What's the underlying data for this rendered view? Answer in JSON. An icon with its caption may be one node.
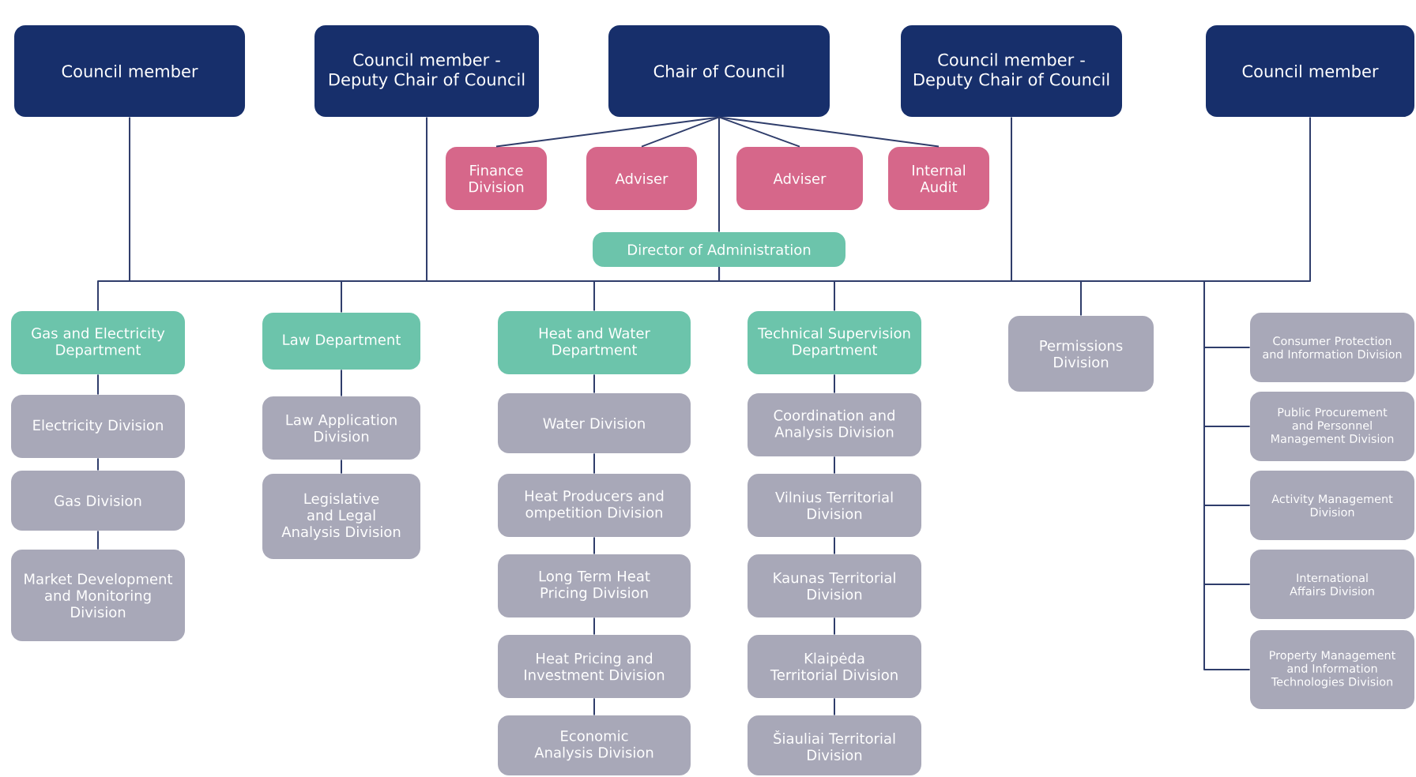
{
  "diagram": {
    "nodes": [
      {
        "text": [
          "Council member"
        ]
      },
      {
        "text": [
          "Council member - Deputy Chair of Council"
        ]
      },
      {
        "text": [
          "Chair of Council"
        ]
      },
      {
        "text": [
          "Council member - Deputy Chair of Council"
        ]
      },
      {
        "text": [
          "Council member"
        ]
      },
      {
        "text": [
          "Finance Division"
        ]
      },
      {
        "text": [
          "Adviser"
        ]
      },
      {
        "text": [
          "Adviser"
        ]
      },
      {
        "text": [
          "Internal Audit"
        ]
      },
      {
        "text": [
          "Director of Administration"
        ]
      },
      {
        "text": [
          "Gas and Electricity Department"
        ]
      },
      {
        "text": [
          "Electricity Division"
        ]
      },
      {
        "text": [
          "Gas Division"
        ]
      },
      {
        "text": [
          "Market Development and Monitoring Division"
        ]
      },
      {
        "text": [
          "Law Department"
        ]
      },
      {
        "text": [
          "Law Application Division"
        ]
      },
      {
        "text": [
          "Legislative and Legal Analysis Division"
        ]
      },
      {
        "text": [
          "Heat and Water Department"
        ]
      },
      {
        "text": [
          "Water Division"
        ]
      },
      {
        "text": [
          "Heat Producers and ompetition Division"
        ]
      },
      {
        "text": [
          "Long Term Heat Pricing Division"
        ]
      },
      {
        "text": [
          "Heat Pricing and Investment Division"
        ]
      },
      {
        "text": [
          "Economic Analysis Division"
        ]
      },
      {
        "text": [
          "Technical Supervision Department"
        ]
      },
      {
        "text": [
          "Coordination and Analysis Division"
        ]
      },
      {
        "text": [
          "Vilnius Territorial Division"
        ]
      },
      {
        "text": [
          "Kaunas Territorial Division"
        ]
      },
      {
        "text": [
          "Klaipėda Territorial Division"
        ]
      },
      {
        "text": [
          "Šiauliai Territorial Division"
        ]
      },
      {
        "text": [
          "Permissions Division"
        ]
      },
      {
        "text": [
          "Consumer Protection and Information Division"
        ]
      },
      {
        "text": [
          "Public Procurement and Personnel Management Division"
        ]
      },
      {
        "text": [
          "Activity Management Division"
        ]
      },
      {
        "text": [
          "International Affairs Division"
        ]
      },
      {
        "text": [
          "Property Management and Information Technologies Division"
        ]
      }
    ],
    "edges": [
      {
        "from": 2,
        "to": 5,
        "arrow": "none"
      },
      {
        "from": 2,
        "to": 6,
        "arrow": "none"
      },
      {
        "from": 2,
        "to": 7,
        "arrow": "none"
      },
      {
        "from": 2,
        "to": 8,
        "arrow": "none"
      },
      {
        "from": 2,
        "to": 9,
        "arrow": "none"
      },
      {
        "from": 0,
        "to": 9,
        "arrow": "none"
      },
      {
        "from": 1,
        "to": 9,
        "arrow": "none"
      },
      {
        "from": 3,
        "to": 9,
        "arrow": "none"
      },
      {
        "from": 4,
        "to": 9,
        "arrow": "none"
      },
      {
        "from": 9,
        "to": 10,
        "arrow": "none"
      },
      {
        "from": 9,
        "to": 14,
        "arrow": "none"
      },
      {
        "from": 9,
        "to": 17,
        "arrow": "none"
      },
      {
        "from": 9,
        "to": 23,
        "arrow": "none"
      },
      {
        "from": 9,
        "to": 29,
        "arrow": "none"
      },
      {
        "from": 9,
        "to": 30,
        "arrow": "none"
      },
      {
        "from": 9,
        "to": 31,
        "arrow": "none"
      },
      {
        "from": 9,
        "to": 32,
        "arrow": "none"
      },
      {
        "from": 9,
        "to": 33,
        "arrow": "none"
      },
      {
        "from": 9,
        "to": 34,
        "arrow": "none"
      },
      {
        "from": 10,
        "to": 11,
        "arrow": "none"
      },
      {
        "from": 11,
        "to": 12,
        "arrow": "none"
      },
      {
        "from": 12,
        "to": 13,
        "arrow": "none"
      },
      {
        "from": 14,
        "to": 15,
        "arrow": "none"
      },
      {
        "from": 15,
        "to": 16,
        "arrow": "none"
      },
      {
        "from": 17,
        "to": 18,
        "arrow": "none"
      },
      {
        "from": 18,
        "to": 19,
        "arrow": "none"
      },
      {
        "from": 19,
        "to": 20,
        "arrow": "none"
      },
      {
        "from": 20,
        "to": 21,
        "arrow": "none"
      },
      {
        "from": 21,
        "to": 22,
        "arrow": "none"
      },
      {
        "from": 23,
        "to": 24,
        "arrow": "none"
      },
      {
        "from": 24,
        "to": 25,
        "arrow": "none"
      },
      {
        "from": 25,
        "to": 26,
        "arrow": "none"
      },
      {
        "from": 26,
        "to": 27,
        "arrow": "none"
      },
      {
        "from": 27,
        "to": 28,
        "arrow": "none"
      }
    ]
  }
}
